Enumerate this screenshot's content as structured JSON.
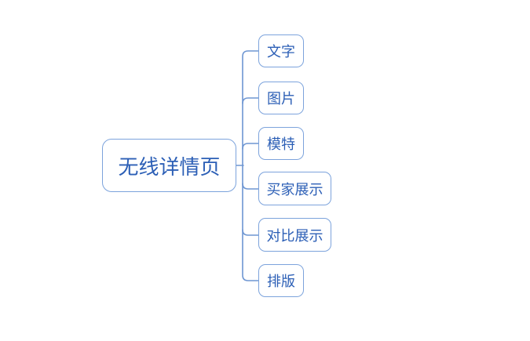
{
  "diagram": {
    "type": "mindmap",
    "root": {
      "label": "无线详情页"
    },
    "children": [
      {
        "label": "文字"
      },
      {
        "label": "图片"
      },
      {
        "label": "模特"
      },
      {
        "label": "买家展示"
      },
      {
        "label": "对比展示"
      },
      {
        "label": "排版"
      }
    ],
    "colors": {
      "background": "#ffffff",
      "node_border": "#7ca3dc",
      "connector": "#6e96d2",
      "text": "#2c5fb6"
    }
  }
}
